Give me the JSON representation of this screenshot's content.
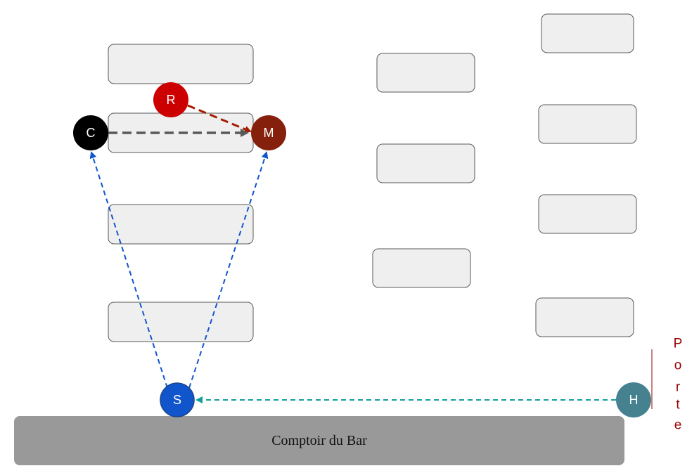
{
  "counter": {
    "label": "Comptoir du Bar"
  },
  "door": {
    "letters": [
      "P",
      "o",
      "r",
      "t",
      "e"
    ],
    "color": "#990000"
  },
  "nodes": {
    "R": {
      "label": "R",
      "color": "#cc0000"
    },
    "C": {
      "label": "C",
      "color": "#000000"
    },
    "M": {
      "label": "M",
      "color": "#85200c"
    },
    "S": {
      "label": "S",
      "color": "#1155cc"
    },
    "H": {
      "label": "H",
      "color": "#45818e"
    }
  },
  "colors": {
    "table_fill": "#efefef",
    "table_stroke": "#595959",
    "counter_fill": "#999999",
    "arrow_red": "#a61c00",
    "arrow_gray": "#595959",
    "arrow_blue": "#1155cc",
    "arrow_teal": "#0f9e9e"
  }
}
